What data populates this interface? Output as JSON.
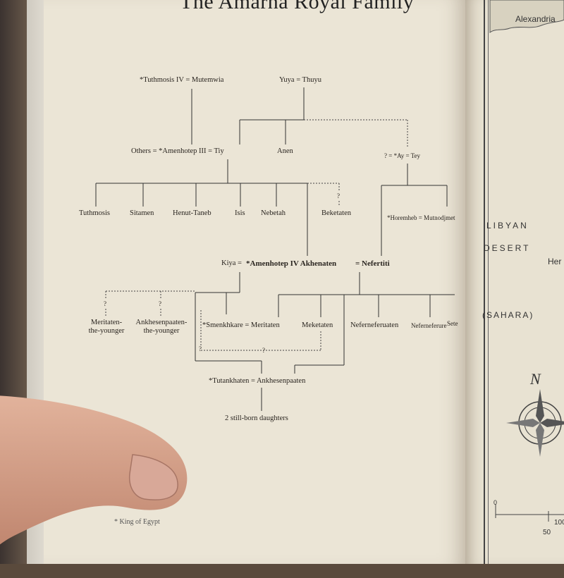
{
  "page_title": "The Amarna Royal Family",
  "tree": {
    "gen1_left": "*Tuthmosis IV = Mutemwia",
    "gen1_right": "Yuya = Thuyu",
    "gen2_left": "Others = *Amenhotep III = Tiy",
    "gen2_mid": "Anen",
    "gen2_right": "? = *Ay = Tey",
    "gen3": [
      "Tuthmosis",
      "Sitamen",
      "Henut-Taneb",
      "Isis",
      "Nebetah",
      "Beketaten"
    ],
    "horemheb": "*Horemheb = Mutnodjmet",
    "unknown_marks": [
      "?",
      "?",
      "?",
      "?",
      "?"
    ],
    "akhenaten_line": {
      "left": "Kiya =",
      "center": "*Amenhotep IV Akhenaten",
      "right": "= Nefertiti"
    },
    "gen5_a": [
      "Meritaten-",
      "the-younger"
    ],
    "gen5_b": [
      "Ankhesenpaaten-",
      "the-younger"
    ],
    "gen5_c": "*Smenkhkare = Meritaten",
    "gen5_d": "Meketaten",
    "gen5_e": "Neferneferuaten",
    "gen5_f": "Neferneferure",
    "gen5_g": "Setepenre",
    "gen6": "*Tutankhaten = Ankhesenpaaten",
    "gen7": "2 still-born daughters"
  },
  "footnote": "* King of Egypt",
  "map": {
    "city": "Alexandria",
    "region1": "LIBYAN",
    "region2": "DESERT",
    "region3": "(SAHARA)",
    "partial": "Her",
    "scale_a": "100",
    "scale_b": "50",
    "scale_c": "0",
    "compass_letter": "N"
  }
}
